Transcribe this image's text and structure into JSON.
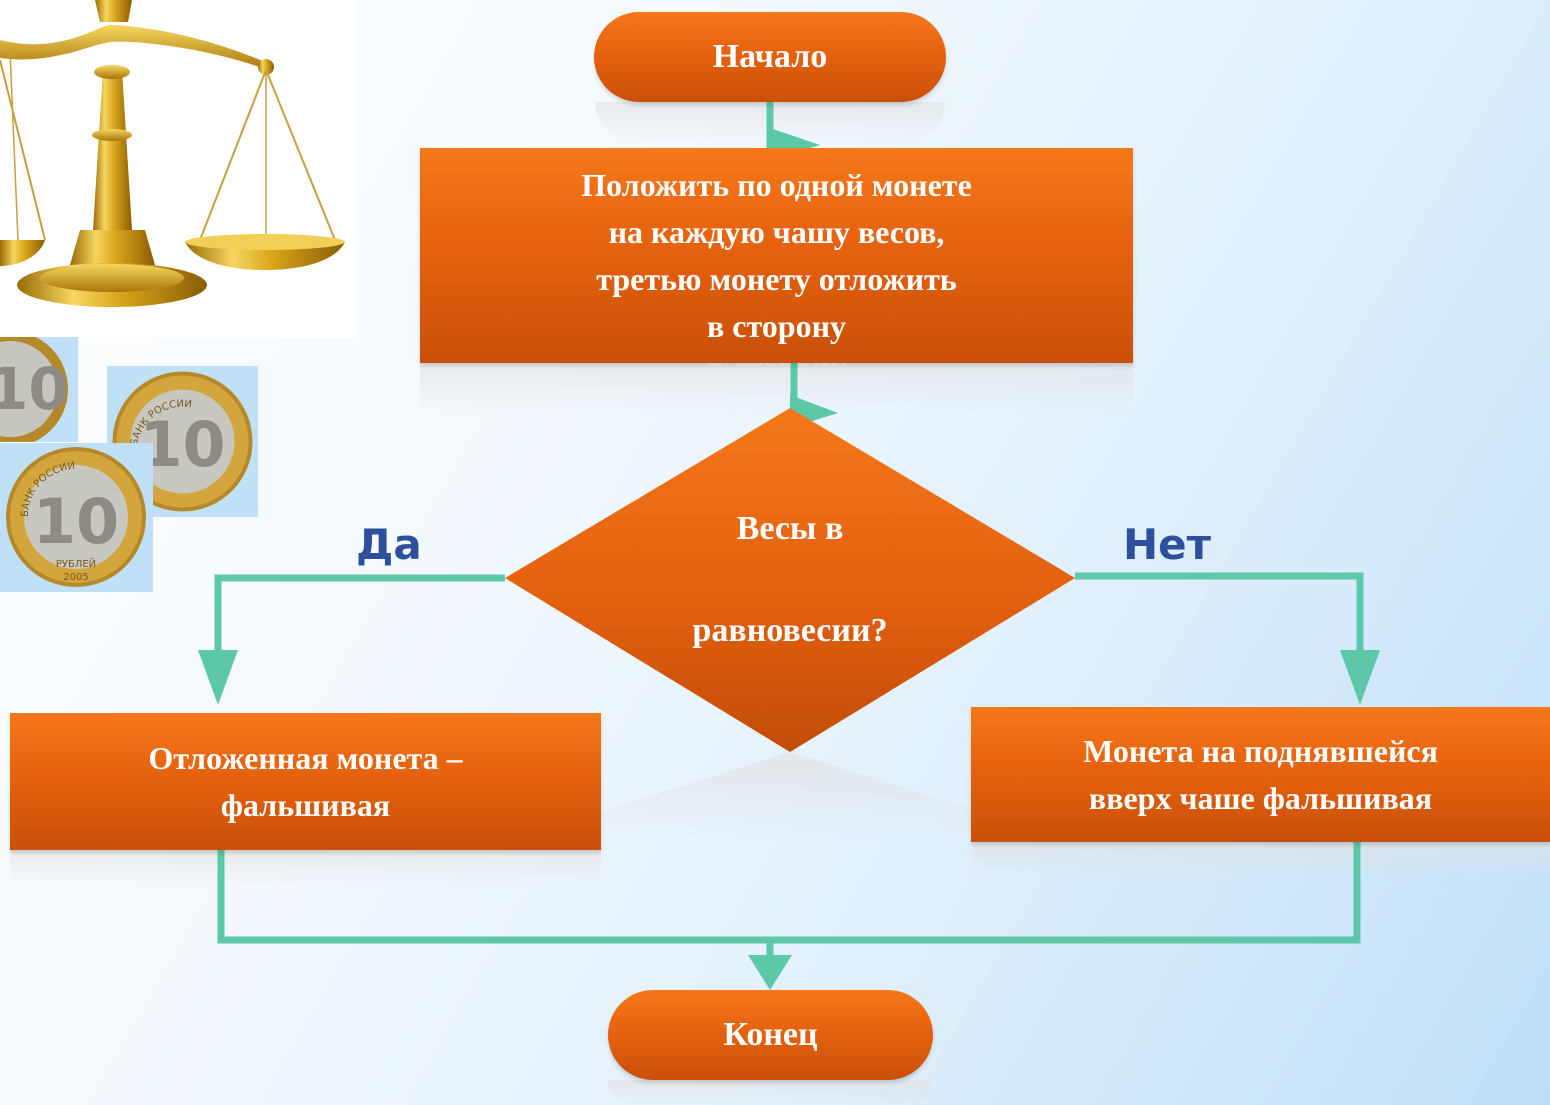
{
  "flowchart": {
    "start": "Начало",
    "step1": {
      "lines": [
        "Положить по одной монете",
        "на каждую чашу весов,",
        "третью монету отложить",
        "в сторону"
      ]
    },
    "decision": {
      "line1": "Весы в",
      "line2": "равновесии?"
    },
    "yes_label": "Да",
    "no_label": "Нет",
    "yes_result": {
      "lines": [
        "Отложенная монета –",
        "фальшивая"
      ]
    },
    "no_result": {
      "lines": [
        "Монета на поднявшейся",
        "вверх чаше фальшивая"
      ]
    },
    "end": "Конец"
  },
  "illustrations": {
    "scale_icon": "balance-scale",
    "coin_icon": "coin-10-rubles",
    "coin_text": {
      "value": "10",
      "bank": "БАНК РОССИИ",
      "unit": "РУБЛЕЙ",
      "year": "2005"
    }
  },
  "colors": {
    "block_orange": "#e6620f",
    "connector": "#5cc8a8",
    "label_blue": "#2e4f9e"
  }
}
